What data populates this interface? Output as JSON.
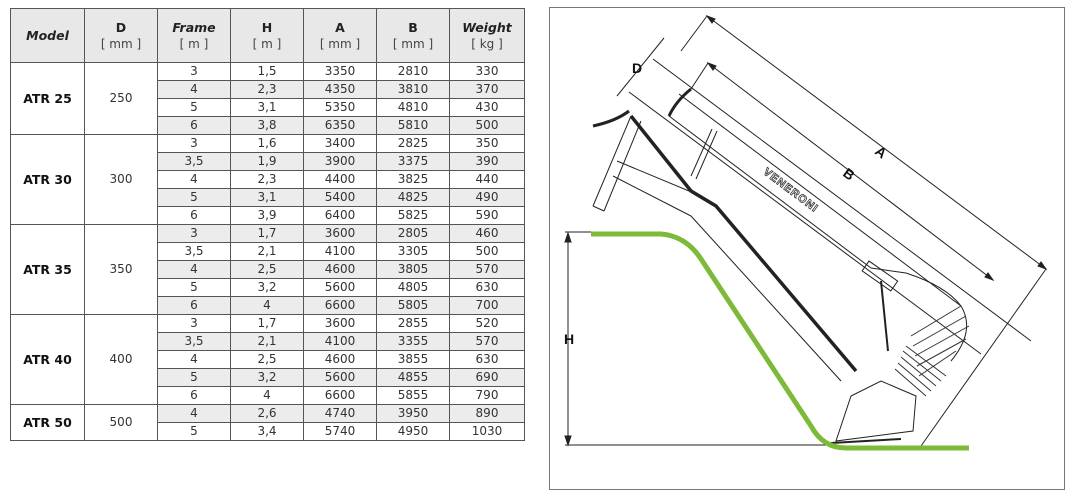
{
  "table": {
    "headers": [
      {
        "name": "Model",
        "unit": "",
        "italic": true
      },
      {
        "name": "D",
        "unit": "[ mm ]",
        "italic": false
      },
      {
        "name": "Frame",
        "unit": "[ m ]",
        "italic": true
      },
      {
        "name": "H",
        "unit": "[ m ]",
        "italic": false
      },
      {
        "name": "A",
        "unit": "[ mm ]",
        "italic": false
      },
      {
        "name": "B",
        "unit": "[ mm ]",
        "italic": false
      },
      {
        "name": "Weight",
        "unit": "[ kg ]",
        "italic": true
      }
    ],
    "groups": [
      {
        "model": "ATR 25",
        "d": "250",
        "rows": [
          {
            "frame": "3",
            "h": "1,5",
            "a": "3350",
            "b": "2810",
            "weight": "330"
          },
          {
            "frame": "4",
            "h": "2,3",
            "a": "4350",
            "b": "3810",
            "weight": "370"
          },
          {
            "frame": "5",
            "h": "3,1",
            "a": "5350",
            "b": "4810",
            "weight": "430"
          },
          {
            "frame": "6",
            "h": "3,8",
            "a": "6350",
            "b": "5810",
            "weight": "500"
          }
        ]
      },
      {
        "model": "ATR 30",
        "d": "300",
        "rows": [
          {
            "frame": "3",
            "h": "1,6",
            "a": "3400",
            "b": "2825",
            "weight": "350"
          },
          {
            "frame": "3,5",
            "h": "1,9",
            "a": "3900",
            "b": "3375",
            "weight": "390"
          },
          {
            "frame": "4",
            "h": "2,3",
            "a": "4400",
            "b": "3825",
            "weight": "440"
          },
          {
            "frame": "5",
            "h": "3,1",
            "a": "5400",
            "b": "4825",
            "weight": "490"
          },
          {
            "frame": "6",
            "h": "3,9",
            "a": "6400",
            "b": "5825",
            "weight": "590"
          }
        ]
      },
      {
        "model": "ATR 35",
        "d": "350",
        "rows": [
          {
            "frame": "3",
            "h": "1,7",
            "a": "3600",
            "b": "2805",
            "weight": "460"
          },
          {
            "frame": "3,5",
            "h": "2,1",
            "a": "4100",
            "b": "3305",
            "weight": "500"
          },
          {
            "frame": "4",
            "h": "2,5",
            "a": "4600",
            "b": "3805",
            "weight": "570"
          },
          {
            "frame": "5",
            "h": "3,2",
            "a": "5600",
            "b": "4805",
            "weight": "630"
          },
          {
            "frame": "6",
            "h": "4",
            "a": "6600",
            "b": "5805",
            "weight": "700"
          }
        ]
      },
      {
        "model": "ATR 40",
        "d": "400",
        "rows": [
          {
            "frame": "3",
            "h": "1,7",
            "a": "3600",
            "b": "2855",
            "weight": "520"
          },
          {
            "frame": "3,5",
            "h": "2,1",
            "a": "4100",
            "b": "3355",
            "weight": "570"
          },
          {
            "frame": "4",
            "h": "2,5",
            "a": "4600",
            "b": "3855",
            "weight": "630"
          },
          {
            "frame": "5",
            "h": "3,2",
            "a": "5600",
            "b": "4855",
            "weight": "690"
          },
          {
            "frame": "6",
            "h": "4",
            "a": "6600",
            "b": "5855",
            "weight": "790"
          }
        ]
      },
      {
        "model": "ATR 50",
        "d": "500",
        "rows": [
          {
            "frame": "4",
            "h": "2,6",
            "a": "4740",
            "b": "3950",
            "weight": "890"
          },
          {
            "frame": "5",
            "h": "3,4",
            "a": "5740",
            "b": "4950",
            "weight": "1030"
          }
        ]
      }
    ]
  },
  "diagram": {
    "labels": {
      "a": "A",
      "b": "B",
      "d": "D",
      "h": "H"
    },
    "brand": "VENERONI",
    "colors": {
      "ground": "#7dba3a",
      "line": "#222222",
      "border": "#777777"
    }
  }
}
